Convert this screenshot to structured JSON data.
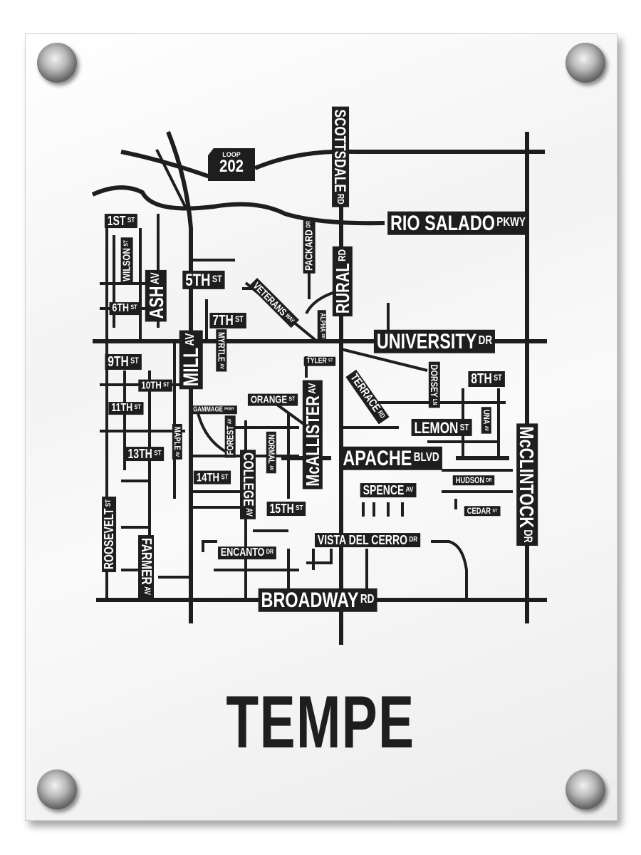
{
  "title": "TEMPE",
  "loop_shield": {
    "top": "LOOP",
    "number": "202"
  },
  "labels": [
    {
      "name": "SCOTTSDALE",
      "suffix": "RD"
    },
    {
      "name": "RIO SALADO",
      "suffix": "PKWY"
    },
    {
      "name": "1ST",
      "suffix": "ST"
    },
    {
      "name": "WILSON",
      "suffix": "ST"
    },
    {
      "name": "ASH",
      "suffix": "AV"
    },
    {
      "name": "5TH",
      "suffix": "ST"
    },
    {
      "name": "VETERANS",
      "suffix": "WAY"
    },
    {
      "name": "PACKARD",
      "suffix": "DR"
    },
    {
      "name": "RURAL",
      "suffix": "RD"
    },
    {
      "name": "ALPHA",
      "suffix": "DR"
    },
    {
      "name": "6TH",
      "suffix": "ST"
    },
    {
      "name": "7TH",
      "suffix": "ST"
    },
    {
      "name": "UNIVERSITY",
      "suffix": "DR"
    },
    {
      "name": "MILL",
      "suffix": "AV"
    },
    {
      "name": "MYRTLE",
      "suffix": "AV"
    },
    {
      "name": "9TH",
      "suffix": "ST"
    },
    {
      "name": "10TH",
      "suffix": "ST"
    },
    {
      "name": "TYLER",
      "suffix": "ST"
    },
    {
      "name": "TERRACE",
      "suffix": "RD"
    },
    {
      "name": "DORSEY",
      "suffix": "LN"
    },
    {
      "name": "8TH",
      "suffix": "ST"
    },
    {
      "name": "UNA",
      "suffix": "AV"
    },
    {
      "name": "GAMMAGE",
      "suffix": "PKWY"
    },
    {
      "name": "ORANGE",
      "suffix": "ST"
    },
    {
      "name": "11TH",
      "suffix": "ST"
    },
    {
      "name": "LEMON",
      "suffix": "ST"
    },
    {
      "name": "McALLISTER",
      "suffix": "AV"
    },
    {
      "name": "MAPLE",
      "suffix": "AV"
    },
    {
      "name": "FOREST",
      "suffix": "AV"
    },
    {
      "name": "NORMAL",
      "suffix": "AV"
    },
    {
      "name": "McCLINTOCK",
      "suffix": "DR"
    },
    {
      "name": "APACHE",
      "suffix": "BLVD"
    },
    {
      "name": "13TH",
      "suffix": "ST"
    },
    {
      "name": "COLLEGE",
      "suffix": "AV"
    },
    {
      "name": "14TH",
      "suffix": "ST"
    },
    {
      "name": "HUDSON",
      "suffix": "DR"
    },
    {
      "name": "SPENCE",
      "suffix": "AV"
    },
    {
      "name": "ROOSEVELT",
      "suffix": "ST"
    },
    {
      "name": "15TH",
      "suffix": "ST"
    },
    {
      "name": "CEDAR",
      "suffix": "ST"
    },
    {
      "name": "FARMER",
      "suffix": "AV"
    },
    {
      "name": "VISTA DEL CERRO",
      "suffix": "DR"
    },
    {
      "name": "ENCANTO",
      "suffix": "DR"
    },
    {
      "name": "BROADWAY",
      "suffix": "RD"
    }
  ],
  "colors": {
    "ink": "#1e1e1e",
    "panel": "#f5f5f5"
  }
}
